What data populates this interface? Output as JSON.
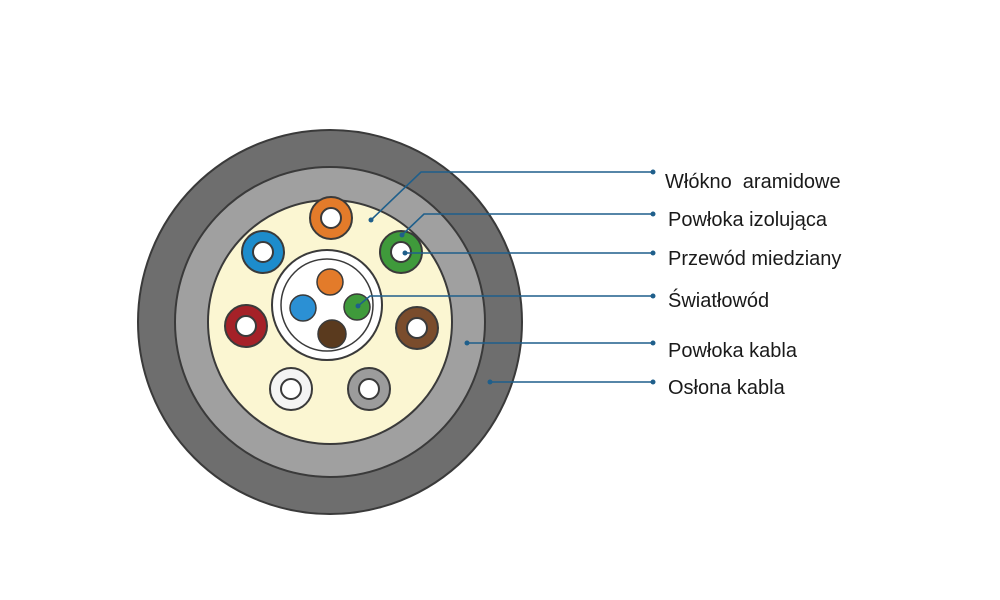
{
  "labels": {
    "aramid_fiber": "Włókno  aramidowe",
    "insulation_coating": "Powłoka izolująca",
    "copper_wire": "Przewód miedziany",
    "optical_fiber": "Światłowód",
    "cable_coating": "Powłoka kabla",
    "cable_sheath": "Osłona kabla"
  },
  "colors": {
    "outer_sheath": "#6e6e6e",
    "cable_coating": "#a0a0a0",
    "aramid_filler": "#fbf6d2",
    "leader_line": "#1f5f8b",
    "conductor_orange": "#e37b2a",
    "conductor_green": "#3f9a3b",
    "conductor_blue": "#1d8ccc",
    "conductor_red": "#a52128",
    "conductor_brown": "#7a4c2c",
    "conductor_white": "#f4f4f4",
    "conductor_gray": "#9c9c9c",
    "fiber_orange": "#e37b2a",
    "fiber_blue": "#2b90d4",
    "fiber_green": "#3f9a3b",
    "fiber_brown": "#5a3a1e"
  }
}
